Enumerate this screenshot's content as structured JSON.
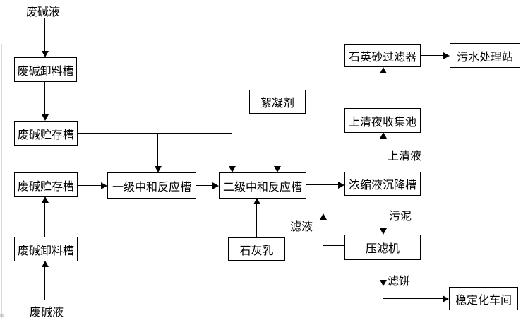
{
  "diagram_type": "flowchart",
  "title": "",
  "nodes": {
    "waste_liquid_top": {
      "label": "废碱液"
    },
    "unload_tank_top": {
      "label": "废碱卸料槽"
    },
    "storage_tank_top": {
      "label": "废碱贮存槽"
    },
    "storage_tank_bottom": {
      "label": "废碱贮存槽"
    },
    "unload_tank_bottom": {
      "label": "废碱卸料槽"
    },
    "waste_liquid_bottom": {
      "label": "废碱液"
    },
    "neutralization_1": {
      "label": "一级中和反应槽"
    },
    "neutralization_2": {
      "label": "二级中和反应槽"
    },
    "flocculant": {
      "label": "絮凝剂"
    },
    "lime_milk": {
      "label": "石灰乳"
    },
    "quartz_filter": {
      "label": "石英砂过滤器"
    },
    "sewage_station": {
      "label": "污水处理站"
    },
    "supernatant_pool": {
      "label": "上清夜收集池"
    },
    "settling_tank": {
      "label": "浓缩液沉降槽"
    },
    "filter_press": {
      "label": "压滤机"
    },
    "stabilization_workshop": {
      "label": "稳定化车间"
    }
  },
  "edge_labels": {
    "supernatant": "上清液",
    "sludge": "污泥",
    "filtrate": "滤液",
    "filter_cake": "滤饼"
  },
  "edges": [
    {
      "from": "waste_liquid_top",
      "to": "unload_tank_top",
      "label": ""
    },
    {
      "from": "unload_tank_top",
      "to": "storage_tank_top",
      "label": ""
    },
    {
      "from": "storage_tank_top",
      "to": "neutralization_1",
      "label": ""
    },
    {
      "from": "storage_tank_top",
      "to": "neutralization_2",
      "label": ""
    },
    {
      "from": "waste_liquid_bottom",
      "to": "unload_tank_bottom",
      "label": ""
    },
    {
      "from": "unload_tank_bottom",
      "to": "storage_tank_bottom",
      "label": ""
    },
    {
      "from": "storage_tank_bottom",
      "to": "neutralization_1",
      "label": ""
    },
    {
      "from": "neutralization_1",
      "to": "neutralization_2",
      "label": ""
    },
    {
      "from": "flocculant",
      "to": "neutralization_2",
      "label": ""
    },
    {
      "from": "lime_milk",
      "to": "neutralization_2",
      "label": ""
    },
    {
      "from": "neutralization_2",
      "to": "settling_tank",
      "label": ""
    },
    {
      "from": "filter_press",
      "to": "settling_tank",
      "label": "滤液"
    },
    {
      "from": "settling_tank",
      "to": "supernatant_pool",
      "label": "上清液"
    },
    {
      "from": "supernatant_pool",
      "to": "quartz_filter",
      "label": ""
    },
    {
      "from": "quartz_filter",
      "to": "sewage_station",
      "label": ""
    },
    {
      "from": "settling_tank",
      "to": "filter_press",
      "label": "污泥"
    },
    {
      "from": "filter_press",
      "to": "stabilization_workshop",
      "label": "滤饼"
    }
  ],
  "colors": {
    "line": "#000000",
    "box_background": "#ffffff",
    "page_background": "#ffffff"
  }
}
